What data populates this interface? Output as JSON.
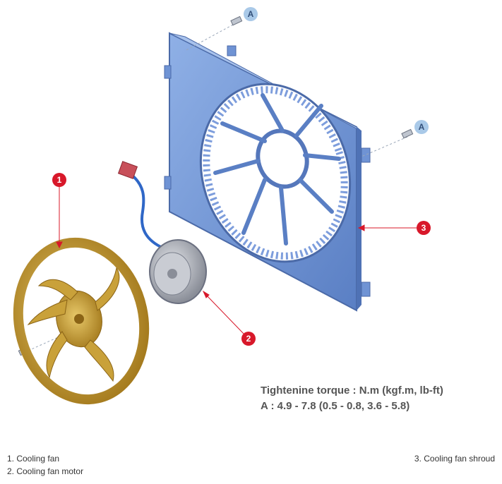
{
  "callouts": {
    "fan": "1",
    "motor": "2",
    "shroud": "3",
    "bolt_top": "A",
    "bolt_right": "A"
  },
  "torque": {
    "title": "Tightenine torque : N.m (kgf.m, lb-ft)",
    "spec_a": "A : 4.9 - 7.8 (0.5 - 0.8, 3.6 - 5.8)"
  },
  "legend": {
    "item1": "1. Cooling fan",
    "item2": "2. Cooling fan motor",
    "item3": "3. Cooling fan shroud"
  },
  "colors": {
    "callout_red": "#d8182a",
    "bolt_badge": "#a9c9e8",
    "shroud_blue": "#6f93d4",
    "fan_gold": "#c9a13a",
    "motor_grey": "#b9bcc4"
  }
}
